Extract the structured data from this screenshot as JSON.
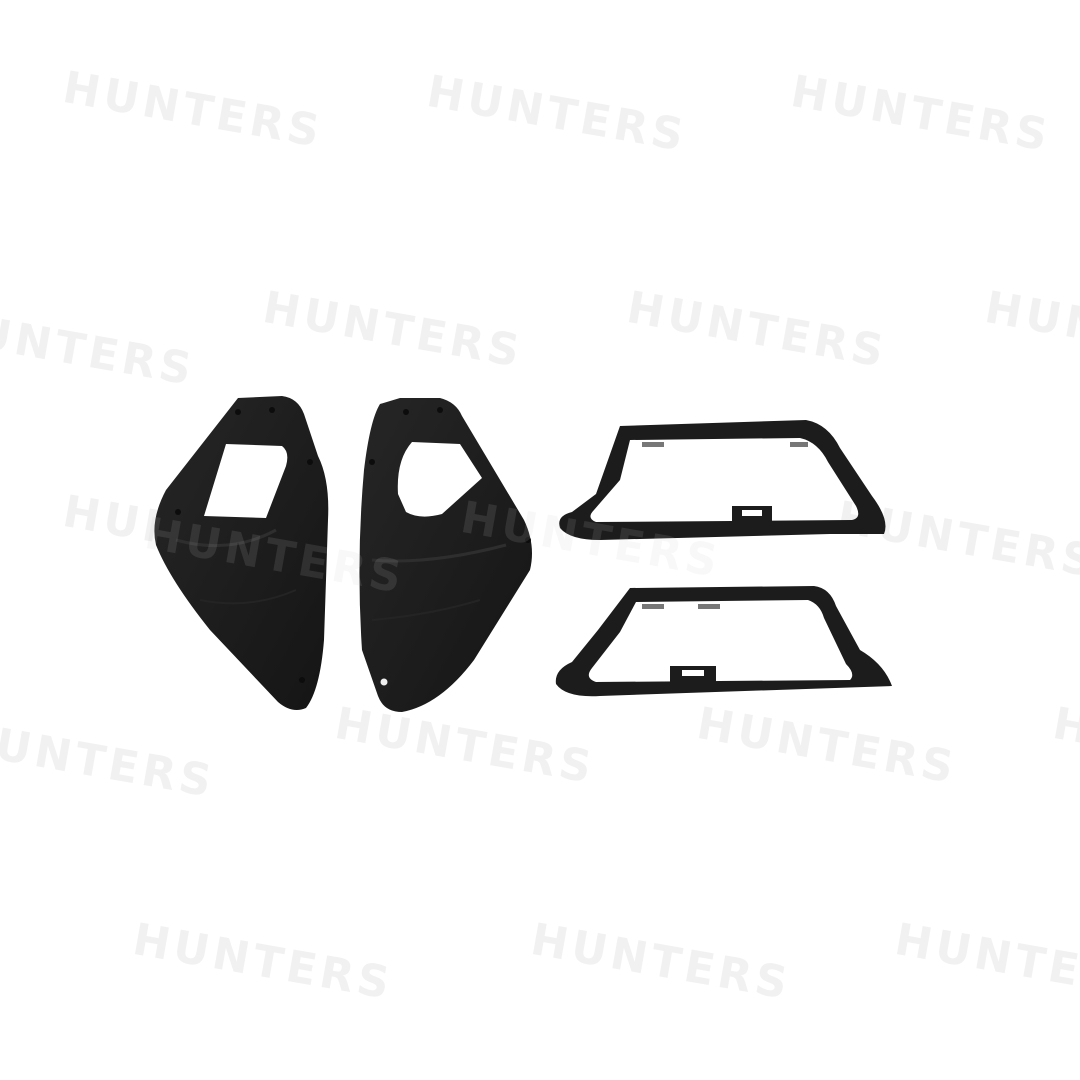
{
  "watermark": {
    "text": "HUNTERS"
  },
  "colors": {
    "background": "#ffffff",
    "part": "#1c1c1c",
    "part_shadow": "#141414",
    "part_highlight": "#2b2b2b"
  },
  "parts": [
    {
      "name": "left-side-cover",
      "description_icon": "vent-cover-left"
    },
    {
      "name": "right-side-cover",
      "description_icon": "vent-cover-right"
    },
    {
      "name": "upper-frame-gasket",
      "description_icon": "frame-gasket"
    },
    {
      "name": "lower-frame-gasket",
      "description_icon": "frame-gasket"
    }
  ]
}
